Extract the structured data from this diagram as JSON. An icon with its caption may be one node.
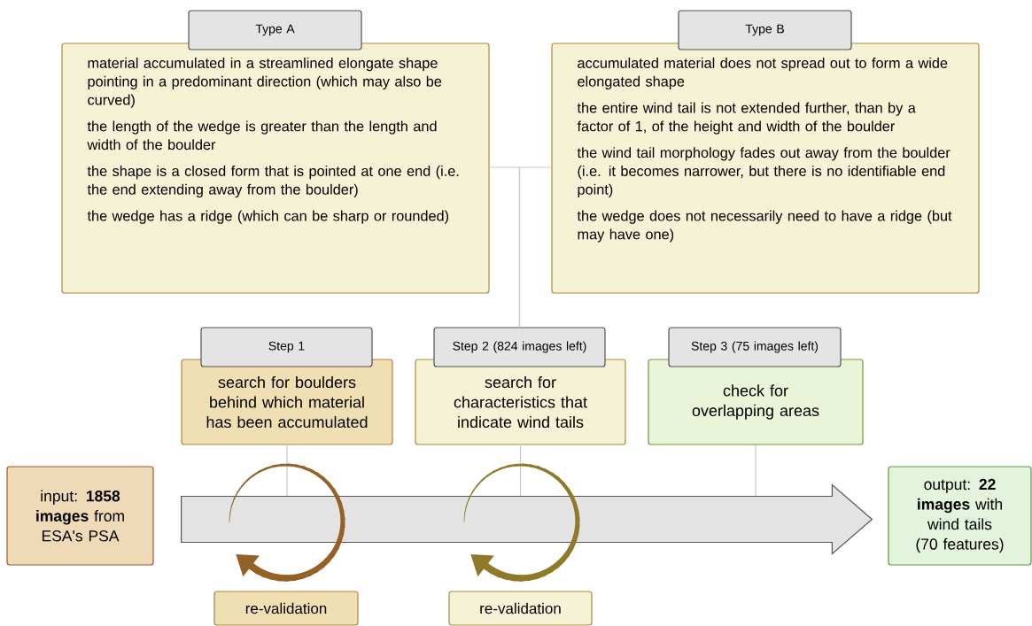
{
  "diagram": {
    "nodes": [
      {
        "text": [
          "Type A",
          "material accumulated in a streamlined elongate shape pointing in a predominant direction (which may also be curved)",
          "the length of the wedge is greater than the length and width of the boulder",
          "the shape is a closed form that is pointed at one end (i.e. the end extending away from the boulder)",
          "the wedge has a ridge (which can be sharp or rounded)"
        ]
      },
      {
        "text": [
          "Type B",
          "accumulated material does not spread out to form a wide elongated shape",
          "the entire wind tail is not extended further, than by a factor of 1, of the height and width of the boulder",
          "the wind tail morphology fades out away from the boulder (i.e. it becomes narrower, but there is no identifiable end point)",
          "the wedge does not necessarily need to have a ridge (but may have one)"
        ]
      },
      {
        "text": [
          "Step 1",
          "search for boulders behind which material has been accumulated"
        ]
      },
      {
        "text": [
          "Step 2 (824 images left)",
          "search for characteristics that indicate wind tails"
        ]
      },
      {
        "text": [
          "Step 3 (75 images left)",
          "check for overlapping areas"
        ]
      },
      {
        "text": [
          "input: **1858 images** from ESA's PSA"
        ]
      },
      {
        "text": [
          "output: **22 images** with wind tails (70 features)"
        ]
      },
      {
        "text": [
          "re-validation"
        ]
      },
      {
        "text": [
          "re-validation"
        ]
      }
    ],
    "edges": [
      {
        "from": 0,
        "to": 3,
        "arrow": "none"
      },
      {
        "from": 1,
        "to": 3,
        "arrow": "none"
      },
      {
        "from": 2,
        "to": null,
        "arrow": "none"
      },
      {
        "from": 3,
        "to": null,
        "arrow": "none"
      },
      {
        "from": 4,
        "to": null,
        "arrow": "none"
      },
      {
        "from": 5,
        "to": 6,
        "arrow": "to",
        "style": "thick"
      }
    ]
  }
}
